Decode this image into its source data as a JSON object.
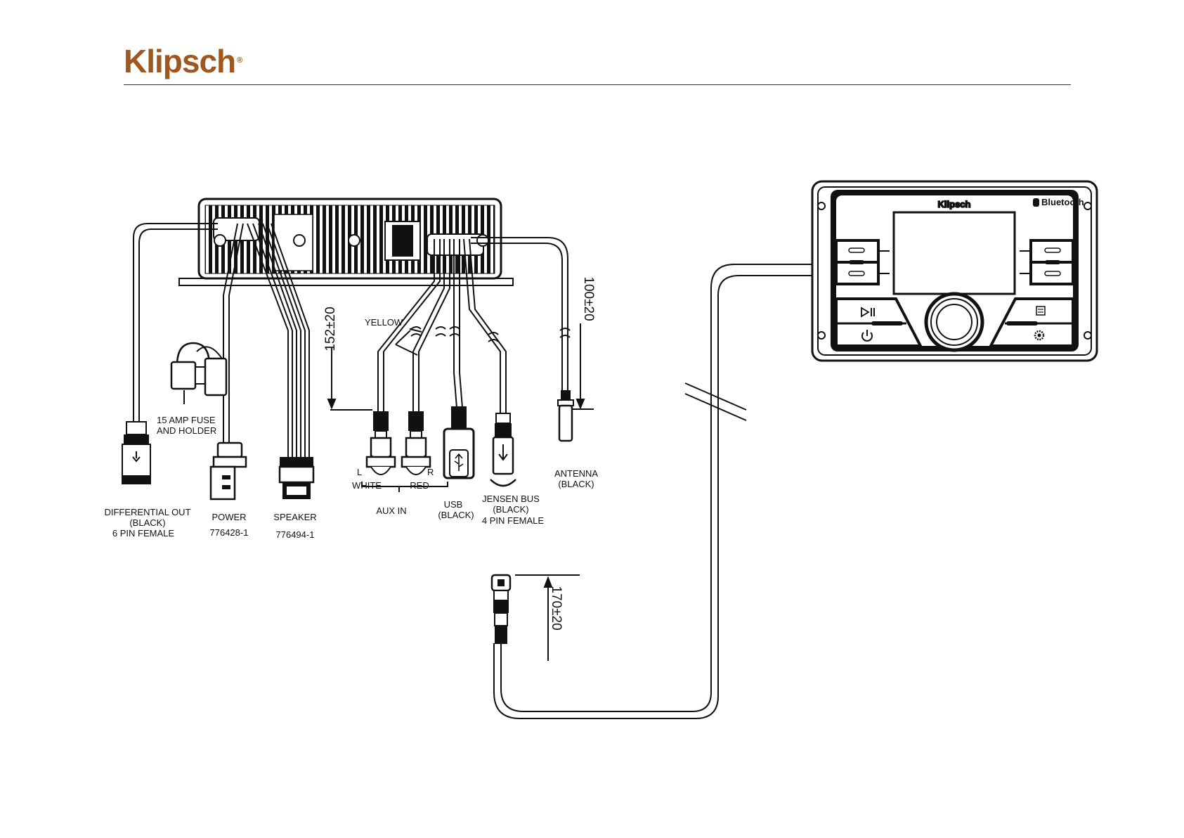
{
  "header": {
    "brand": "Klipsch",
    "brand_mark": "®",
    "brand_color": "#a0571e"
  },
  "display_unit": {
    "brand": "Klipsch",
    "bluetooth_label": "Bluetooth",
    "icons": [
      "play-pause-icon",
      "power-icon",
      "menu-icon",
      "settings-icon"
    ]
  },
  "dimensions": {
    "rca": "152±20",
    "antenna": "100±20",
    "jensen": "170±20"
  },
  "labels": {
    "yellow": "YELLOW",
    "fuse_line1": "15 AMP FUSE",
    "fuse_line2": "AND HOLDER",
    "diff_line1": "DIFFERENTIAL OUT",
    "diff_line2": "(BLACK)",
    "diff_line3": "6 PIN FEMALE",
    "power_line1": "POWER",
    "power_line2": "776428-1",
    "speaker_line1": "SPEAKER",
    "speaker_line2": "776494-1",
    "l": "L",
    "r": "R",
    "white": "WHITE",
    "red": "RED",
    "aux_in": "AUX IN",
    "usb_line1": "USB",
    "usb_line2": "(BLACK)",
    "jensen_line1": "JENSEN BUS",
    "jensen_line2": "(BLACK)",
    "jensen_line3": "4 PIN FEMALE",
    "antenna_line1": "ANTENNA",
    "antenna_line2": "(BLACK)"
  }
}
